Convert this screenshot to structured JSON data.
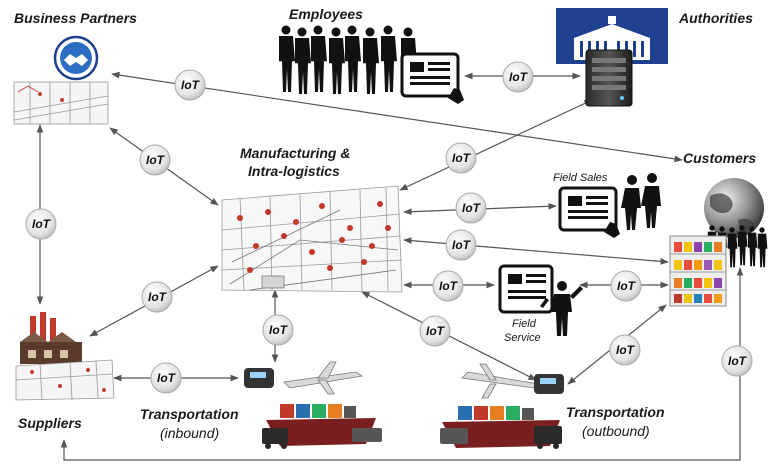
{
  "iot_label": "IoT",
  "nodes": {
    "business_partners": "Business Partners",
    "employees": "Employees",
    "authorities": "Authorities",
    "customers": "Customers",
    "manufacturing_line1": "Manufacturing &",
    "manufacturing_line2": "Intra-logistics",
    "field_sales": "Field Sales",
    "field_service_line1": "Field",
    "field_service_line2": "Service",
    "suppliers": "Suppliers",
    "transport_in_line1": "Transportation",
    "transport_in_line2": "(inbound)",
    "transport_out_line1": "Transportation",
    "transport_out_line2": "(outbound)"
  },
  "colors": {
    "arrow": "#555555",
    "iot_bubble": "#e4e4e4",
    "building_blue": "#1f3f8f",
    "silhouette": "#111111",
    "factory_red": "#c0392b"
  }
}
